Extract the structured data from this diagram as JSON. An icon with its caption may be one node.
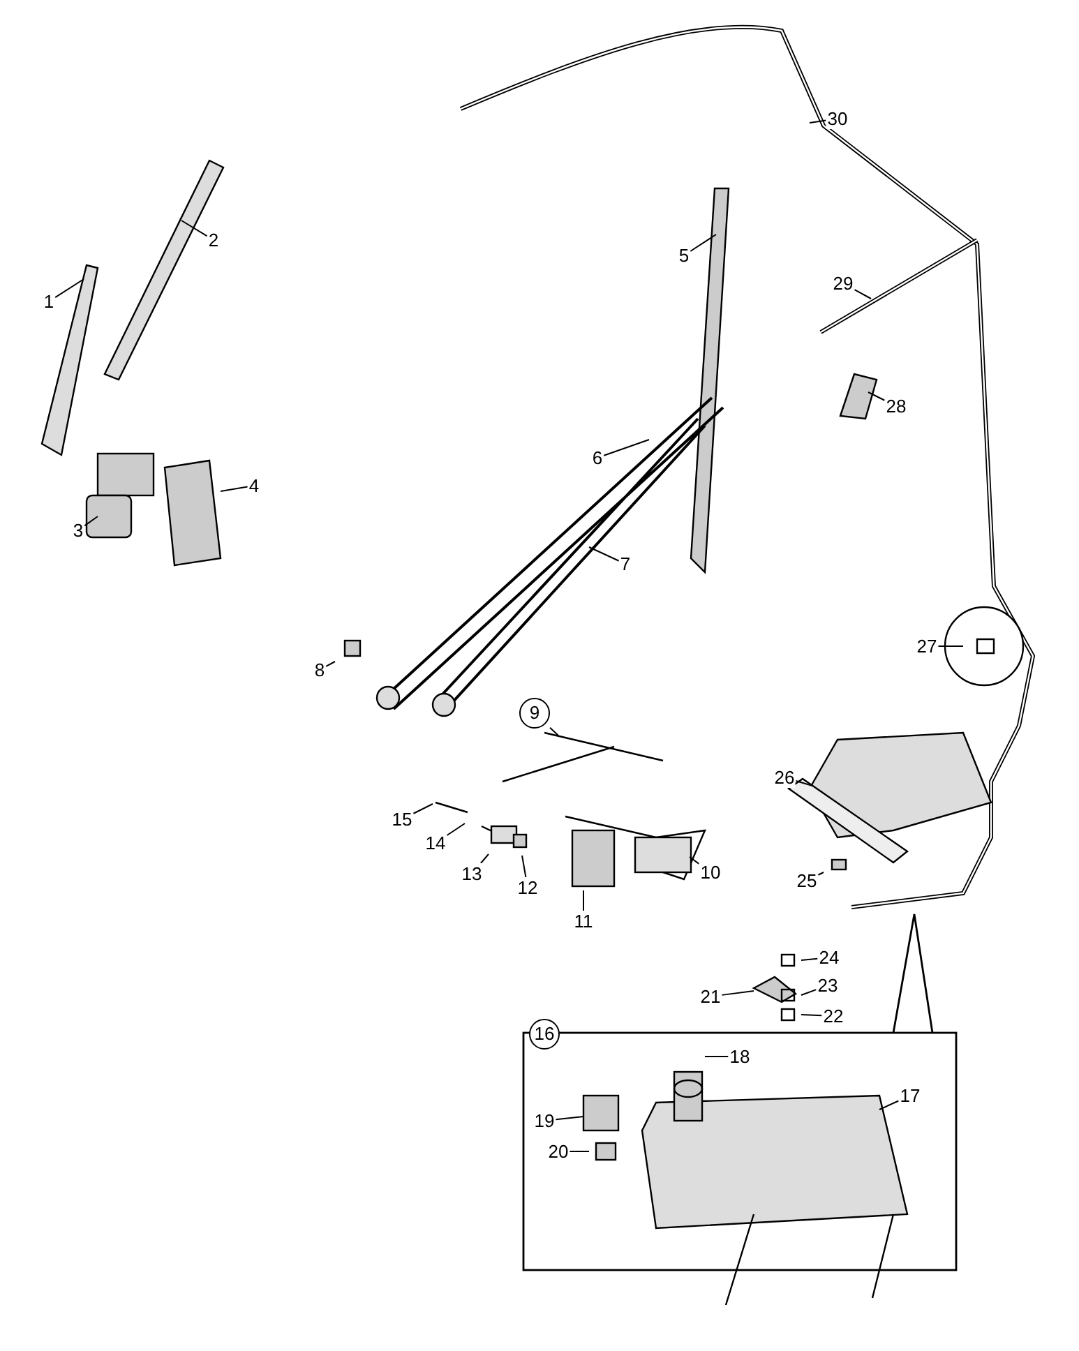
{
  "diagram": {
    "nodes": [
      {
        "text": [
          "1"
        ]
      },
      {
        "text": [
          "2"
        ]
      },
      {
        "text": [
          "3"
        ]
      },
      {
        "text": [
          "4"
        ]
      },
      {
        "text": [
          "5"
        ]
      },
      {
        "text": [
          "6"
        ]
      },
      {
        "text": [
          "7"
        ]
      },
      {
        "text": [
          "8"
        ]
      },
      {
        "text": [
          "9"
        ]
      },
      {
        "text": [
          "10"
        ]
      },
      {
        "text": [
          "11"
        ]
      },
      {
        "text": [
          "12"
        ]
      },
      {
        "text": [
          "13"
        ]
      },
      {
        "text": [
          "14"
        ]
      },
      {
        "text": [
          "15"
        ]
      },
      {
        "text": [
          "16"
        ]
      },
      {
        "text": [
          "17"
        ]
      },
      {
        "text": [
          "18"
        ]
      },
      {
        "text": [
          "19"
        ]
      },
      {
        "text": [
          "20"
        ]
      },
      {
        "text": [
          "21"
        ]
      },
      {
        "text": [
          "22"
        ]
      },
      {
        "text": [
          "23"
        ]
      },
      {
        "text": [
          "24"
        ]
      },
      {
        "text": [
          "25"
        ]
      },
      {
        "text": [
          "26"
        ]
      },
      {
        "text": [
          "27"
        ]
      },
      {
        "text": [
          "28"
        ]
      },
      {
        "text": [
          "29"
        ]
      },
      {
        "text": [
          "30"
        ]
      }
    ],
    "edges": [
      {
        "from": 0,
        "to": null,
        "arrow": "none"
      },
      {
        "from": 1,
        "to": null,
        "arrow": "none"
      },
      {
        "from": 2,
        "to": null,
        "arrow": "none"
      },
      {
        "from": 3,
        "to": null,
        "arrow": "none"
      },
      {
        "from": 4,
        "to": null,
        "arrow": "none"
      },
      {
        "from": 5,
        "to": null,
        "arrow": "none"
      },
      {
        "from": 6,
        "to": null,
        "arrow": "none"
      },
      {
        "from": 7,
        "to": null,
        "arrow": "none"
      },
      {
        "from": 8,
        "to": null,
        "arrow": "none"
      },
      {
        "from": 9,
        "to": null,
        "arrow": "none"
      },
      {
        "from": 10,
        "to": null,
        "arrow": "none"
      },
      {
        "from": 11,
        "to": null,
        "arrow": "none"
      },
      {
        "from": 12,
        "to": null,
        "arrow": "none"
      },
      {
        "from": 13,
        "to": null,
        "arrow": "none"
      },
      {
        "from": 14,
        "to": null,
        "arrow": "none"
      },
      {
        "from": 16,
        "to": null,
        "arrow": "none"
      },
      {
        "from": 17,
        "to": null,
        "arrow": "none"
      },
      {
        "from": 18,
        "to": null,
        "arrow": "none"
      },
      {
        "from": 19,
        "to": null,
        "arrow": "none"
      },
      {
        "from": 20,
        "to": null,
        "arrow": "none"
      },
      {
        "from": 21,
        "to": null,
        "arrow": "none"
      },
      {
        "from": 22,
        "to": null,
        "arrow": "none"
      },
      {
        "from": 23,
        "to": null,
        "arrow": "none"
      },
      {
        "from": 24,
        "to": null,
        "arrow": "none"
      },
      {
        "from": 25,
        "to": null,
        "arrow": "none"
      },
      {
        "from": 26,
        "to": null,
        "arrow": "none"
      },
      {
        "from": 27,
        "to": null,
        "arrow": "none"
      },
      {
        "from": 28,
        "to": null,
        "arrow": "none"
      },
      {
        "from": 29,
        "to": null,
        "arrow": "none"
      }
    ]
  }
}
